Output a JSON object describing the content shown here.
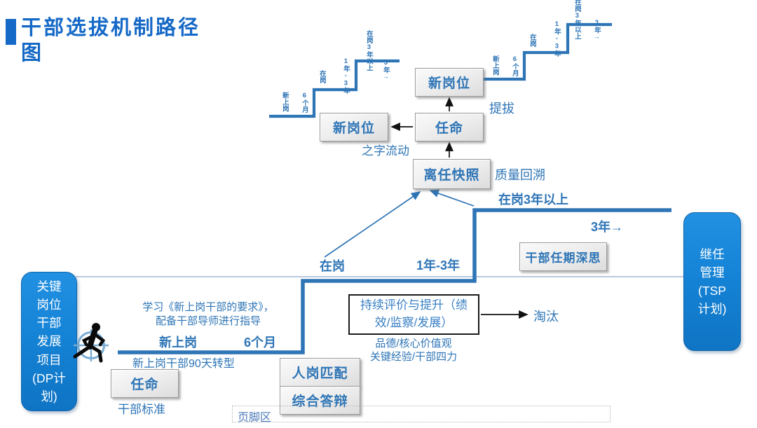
{
  "slide": {
    "title": "干部选拔机制路径图",
    "footer": "页脚区"
  },
  "panels": {
    "left": {
      "text": "关键\n岗位\n干部\n发展\n项目\n(DP计\n划)"
    },
    "right": {
      "text": "继任\n管理\n(TSP\n计划)"
    }
  },
  "stairs": {
    "labels": [
      "新上岗",
      "6个月",
      "在岗",
      "1年-3年",
      "在岗3年以上",
      "3年→"
    ]
  },
  "flow": {
    "new_post_top": "新岗位",
    "appointment": "任命",
    "new_post_left": "新岗位",
    "departure_snapshot": "离任快照",
    "promote": "提拔",
    "zigzag_flow": "之字流动",
    "quality_trace": "质量回溯",
    "tenure_review": "干部任期深思"
  },
  "timeline": {
    "on_post": "在岗",
    "one_to_three": "1年-3年",
    "over_three": "在岗3年以上",
    "three_plus": "3年→",
    "new_onboard": "新上岗",
    "six_months": "6个月"
  },
  "bottom": {
    "study_line1": "学习《新上岗干部的要求》，",
    "study_line2": "配备干部导师进行指导",
    "transform_90": "新上岗干部90天转型",
    "appointment": "任命",
    "cadre_standard": "干部标准",
    "person_post_match": "人岗匹配",
    "comprehensive_defense": "综合答辩",
    "continuous_eval": "持续评价与提升（绩效/监察/发展）",
    "virtue": "品德/核心价值观",
    "key_experience": "关键经验/干部四力",
    "eliminate": "淘汰"
  },
  "colors": {
    "accent_blue": "#2E75B6",
    "panel_blue": "#1583D6",
    "title_blue": "#1569C7"
  }
}
